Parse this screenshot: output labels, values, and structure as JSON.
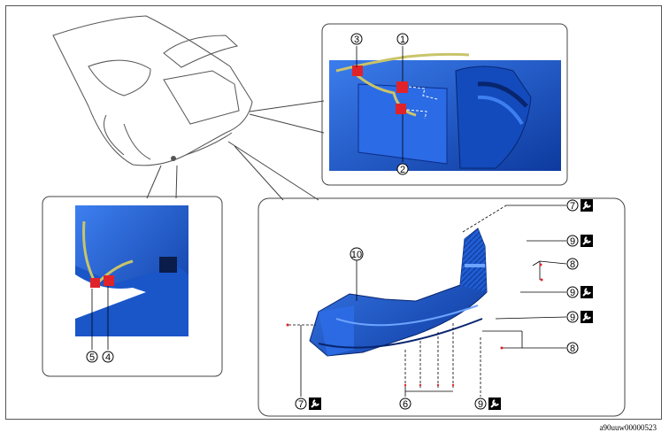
{
  "document_code": "a90uuw00000523",
  "callouts": [
    "1",
    "2",
    "3",
    "4",
    "5",
    "6",
    "7",
    "8",
    "9",
    "10"
  ],
  "colors": {
    "part_blue": "#1f5fd6",
    "part_dark": "#0c2f8a",
    "clip_red": "#e0232a",
    "harness": "#c9c46a",
    "line": "#000000"
  },
  "icons": [
    "wrench-torque-icon"
  ]
}
